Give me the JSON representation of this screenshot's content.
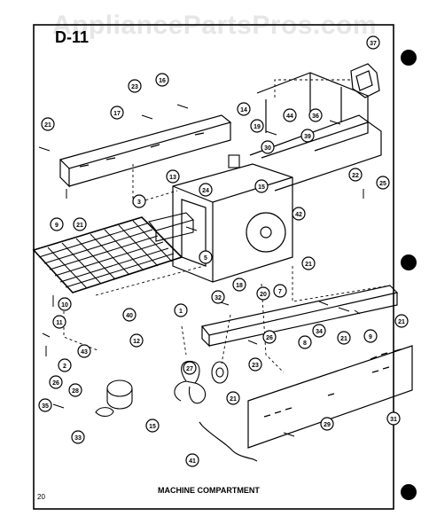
{
  "watermark": "AppliancePartsPros.com",
  "page_code": "D-11",
  "caption": "MACHINE COMPARTMENT",
  "page_number": "20",
  "callouts": [
    "37",
    "44",
    "36",
    "39",
    "23",
    "16",
    "14",
    "19",
    "30",
    "21",
    "17",
    "13",
    "24",
    "15",
    "22",
    "25",
    "3",
    "42",
    "9",
    "5",
    "21",
    "21",
    "10",
    "18",
    "20",
    "7",
    "21",
    "8",
    "40",
    "1",
    "32",
    "11",
    "43",
    "12",
    "2",
    "27",
    "26",
    "34",
    "28",
    "35",
    "33",
    "15",
    "21",
    "23",
    "21",
    "9",
    "26",
    "31",
    "29",
    "41"
  ]
}
